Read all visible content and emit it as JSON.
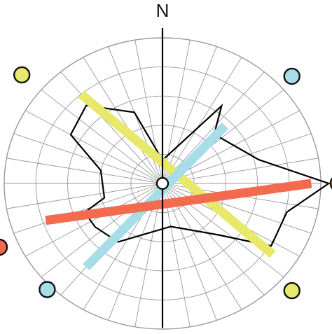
{
  "north_label": "N",
  "colors": {
    "grid": "#999999",
    "axis": "#000000",
    "outline": "#000000",
    "yellow": "#e8e86a",
    "blue": "#a6dde8",
    "red": "#f26b4e",
    "center_fill": "#ffffff"
  },
  "rings": 5,
  "spokes_deg": 10,
  "bars": [
    {
      "color_key": "yellow",
      "bearing_from_deg": 320,
      "length_from": 0.8,
      "bearing_to_deg": 125,
      "length_to": 0.85,
      "end_marker": true
    },
    {
      "color_key": "blue",
      "bearing_from_deg": 45,
      "length_from": 0.56,
      "bearing_to_deg": 220,
      "length_to": 0.75,
      "end_marker": true
    },
    {
      "color_key": "red",
      "bearing_from_deg": 90,
      "length_from": 0.94,
      "bearing_to_deg": 251,
      "length_to": 0.78,
      "end_marker": true
    }
  ],
  "markers": [
    {
      "color_key": "yellow",
      "bearing_deg": 310,
      "radius": 1.16
    },
    {
      "color_key": "blue",
      "bearing_deg": 48,
      "radius": 1.1
    },
    {
      "color_key": "red",
      "bearing_deg": 90,
      "radius": 1.11
    },
    {
      "color_key": "yellow",
      "bearing_deg": 132,
      "radius": 1.1
    },
    {
      "color_key": "blue",
      "bearing_deg": 225,
      "radius": 1.03
    },
    {
      "color_key": "red",
      "bearing_deg": 247,
      "radius": 1.12
    }
  ],
  "outline_polygon": [
    {
      "bearing_deg": 0,
      "radius": 0.16
    },
    {
      "bearing_deg": 35,
      "radius": 0.65
    },
    {
      "bearing_deg": 44,
      "radius": 0.47
    },
    {
      "bearing_deg": 75,
      "radius": 0.63
    },
    {
      "bearing_deg": 90,
      "radius": 1.05
    },
    {
      "bearing_deg": 104,
      "radius": 0.81
    },
    {
      "bearing_deg": 122,
      "radius": 0.81
    },
    {
      "bearing_deg": 135,
      "radius": 0.5
    },
    {
      "bearing_deg": 170,
      "radius": 0.3
    },
    {
      "bearing_deg": 215,
      "radius": 0.49
    },
    {
      "bearing_deg": 235,
      "radius": 0.52
    },
    {
      "bearing_deg": 248,
      "radius": 0.53
    },
    {
      "bearing_deg": 255,
      "radius": 0.38
    },
    {
      "bearing_deg": 283,
      "radius": 0.4
    },
    {
      "bearing_deg": 300,
      "radius": 0.67
    },
    {
      "bearing_deg": 318,
      "radius": 0.72
    },
    {
      "bearing_deg": 340,
      "radius": 0.52
    }
  ]
}
